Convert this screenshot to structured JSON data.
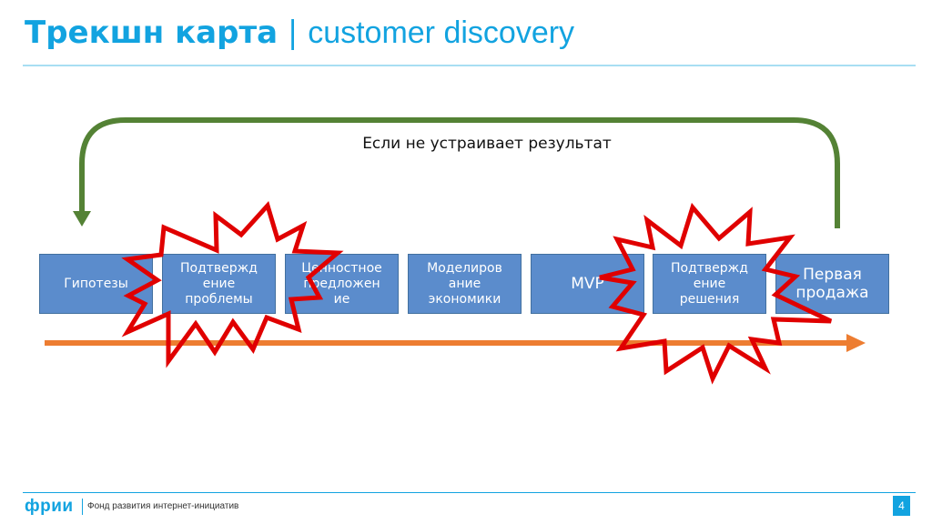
{
  "header": {
    "title_bold": "Трекшн карта",
    "title_sep": " | ",
    "title_thin": "customer discovery"
  },
  "loop": {
    "label": "Если не устраивает результат",
    "arrow_color": "#548235"
  },
  "stages": [
    {
      "lines": [
        "Гипотезы"
      ]
    },
    {
      "lines": [
        "Подтвержд",
        "ение",
        "проблемы"
      ]
    },
    {
      "lines": [
        "Ценностное",
        "предложен",
        "ие"
      ]
    },
    {
      "lines": [
        "Моделиров",
        "ание",
        "экономики"
      ]
    },
    {
      "lines": [
        "MVP"
      ]
    },
    {
      "lines": [
        "Подтвержд",
        "ение",
        "решения"
      ]
    },
    {
      "lines": [
        "Первая",
        "продажа"
      ]
    }
  ],
  "highlighted_stages": [
    "Подтверждение проблемы",
    "Подтверждение решения"
  ],
  "colors": {
    "accent": "#12a3e0",
    "box_fill": "#5b8ccc",
    "progress_arrow": "#ed7d31",
    "burst_outline": "#e00000"
  },
  "footer": {
    "logo": "фрии",
    "foundation": "Фонд развития интернет-инициатив",
    "page": "4"
  }
}
